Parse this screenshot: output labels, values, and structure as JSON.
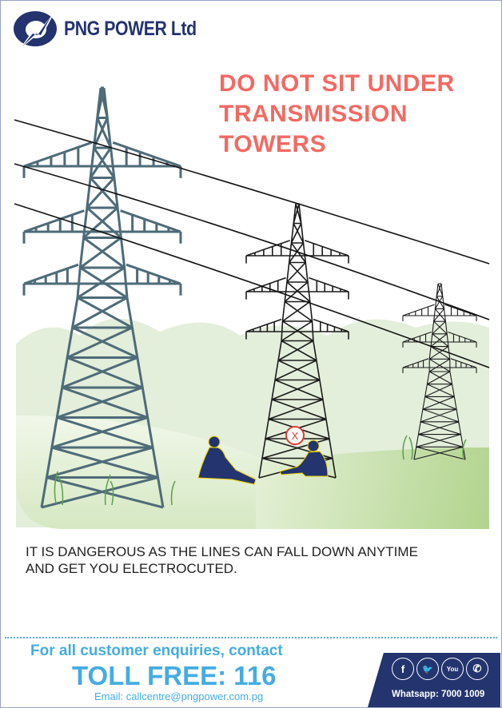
{
  "brand": {
    "name": "PNG POWER Ltd",
    "color": "#24336f"
  },
  "headline": {
    "lines": [
      "DO NOT SIT UNDER",
      "TRANSMISSION",
      "TOWERS"
    ],
    "color": "#f26a63"
  },
  "message": {
    "lines": [
      "IT IS DANGEROUS AS THE LINES CAN FALL DOWN ANYTIME",
      "AND GET YOU ELECTROCUTED."
    ]
  },
  "footer": {
    "enquiries": "For all customer enquiries, contact",
    "toll_free": "TOLL FREE: 116",
    "email": "Email: callcentre@pngpower.com.pg",
    "whatsapp": "Whatsapp: 7000 1009",
    "social_icons": [
      {
        "name": "facebook-icon",
        "glyph": "f"
      },
      {
        "name": "twitter-icon",
        "glyph": "🐦"
      },
      {
        "name": "youtube-icon",
        "glyph": "You"
      },
      {
        "name": "whatsapp-icon",
        "glyph": "✆"
      }
    ],
    "accent": "#45ace2"
  },
  "warning_icon": "X"
}
